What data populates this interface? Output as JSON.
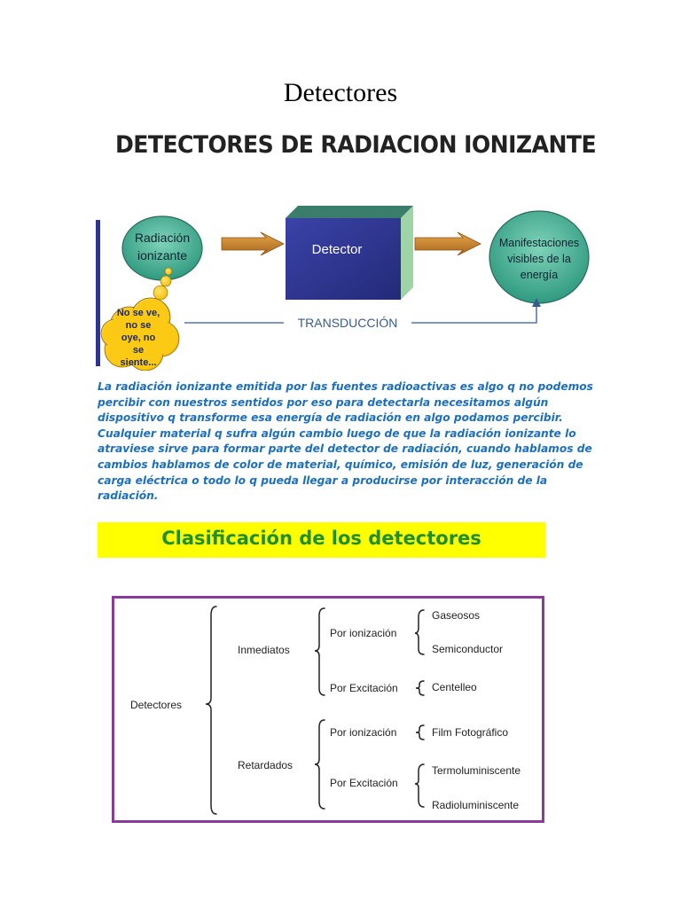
{
  "page_title": "Detectores",
  "figure_title": "DETECTORES DE RADIACION IONIZANTE",
  "diagram": {
    "source_label_1": "Radiación",
    "source_label_2": "ionizante",
    "detector_label": "Detector",
    "output_label_1": "Manifestaciones",
    "output_label_2": "visibles de la",
    "output_label_3": "energía",
    "transduction_label": "TRANSDUCCIÓN",
    "cloud_line_1": "No se ve,",
    "cloud_line_2": "no se",
    "cloud_line_3": "oye, no",
    "cloud_line_4": "se",
    "cloud_line_5": "siente...",
    "colors": {
      "ellipse_fill": "#3fae94",
      "detector_front": "#2e3590",
      "detector_top": "#3a7d6a",
      "detector_side": "#9fd4a6",
      "arrow_fill": "#c8842a",
      "cloud_fill": "#ffd21c",
      "line": "#355c8c"
    }
  },
  "paragraph": "La radiación ionizante emitida por las fuentes radioactivas es algo q no podemos percibir con nuestros sentidos por eso para detectarla necesitamos algún dispositivo q transforme esa energía de radiación en algo podamos percibir. Cualquier material q sufra algún cambio luego de que la radiación ionizante lo atraviese sirve para formar parte del detector de radiación, cuando hablamos de cambios hablamos de color de material, químico, emisión de luz, generación de carga eléctrica o todo lo q pueda llegar a producirse por interacción de la radiación.",
  "classification": {
    "banner": "Clasificación de los detectores",
    "root": "Detectores",
    "group_1": "Inmediatos",
    "group_2": "Retardados",
    "g1_sub_1": "Por ionización",
    "g1_sub_2": "Por Excitación",
    "g2_sub_1": "Por ionización",
    "g2_sub_2": "Por Excitación",
    "g1_sub_1_leaf_1": "Gaseosos",
    "g1_sub_1_leaf_2": "Semiconductor",
    "g1_sub_2_leaf_1": "Centelleo",
    "g2_sub_1_leaf_1": "Film Fotográfico",
    "g2_sub_2_leaf_1": "Termoluminiscente",
    "g2_sub_2_leaf_2": "Radioluminiscente",
    "colors": {
      "banner_bg": "#ffff00",
      "banner_text": "#1f8f2a",
      "frame": "#8b3a9a"
    }
  }
}
